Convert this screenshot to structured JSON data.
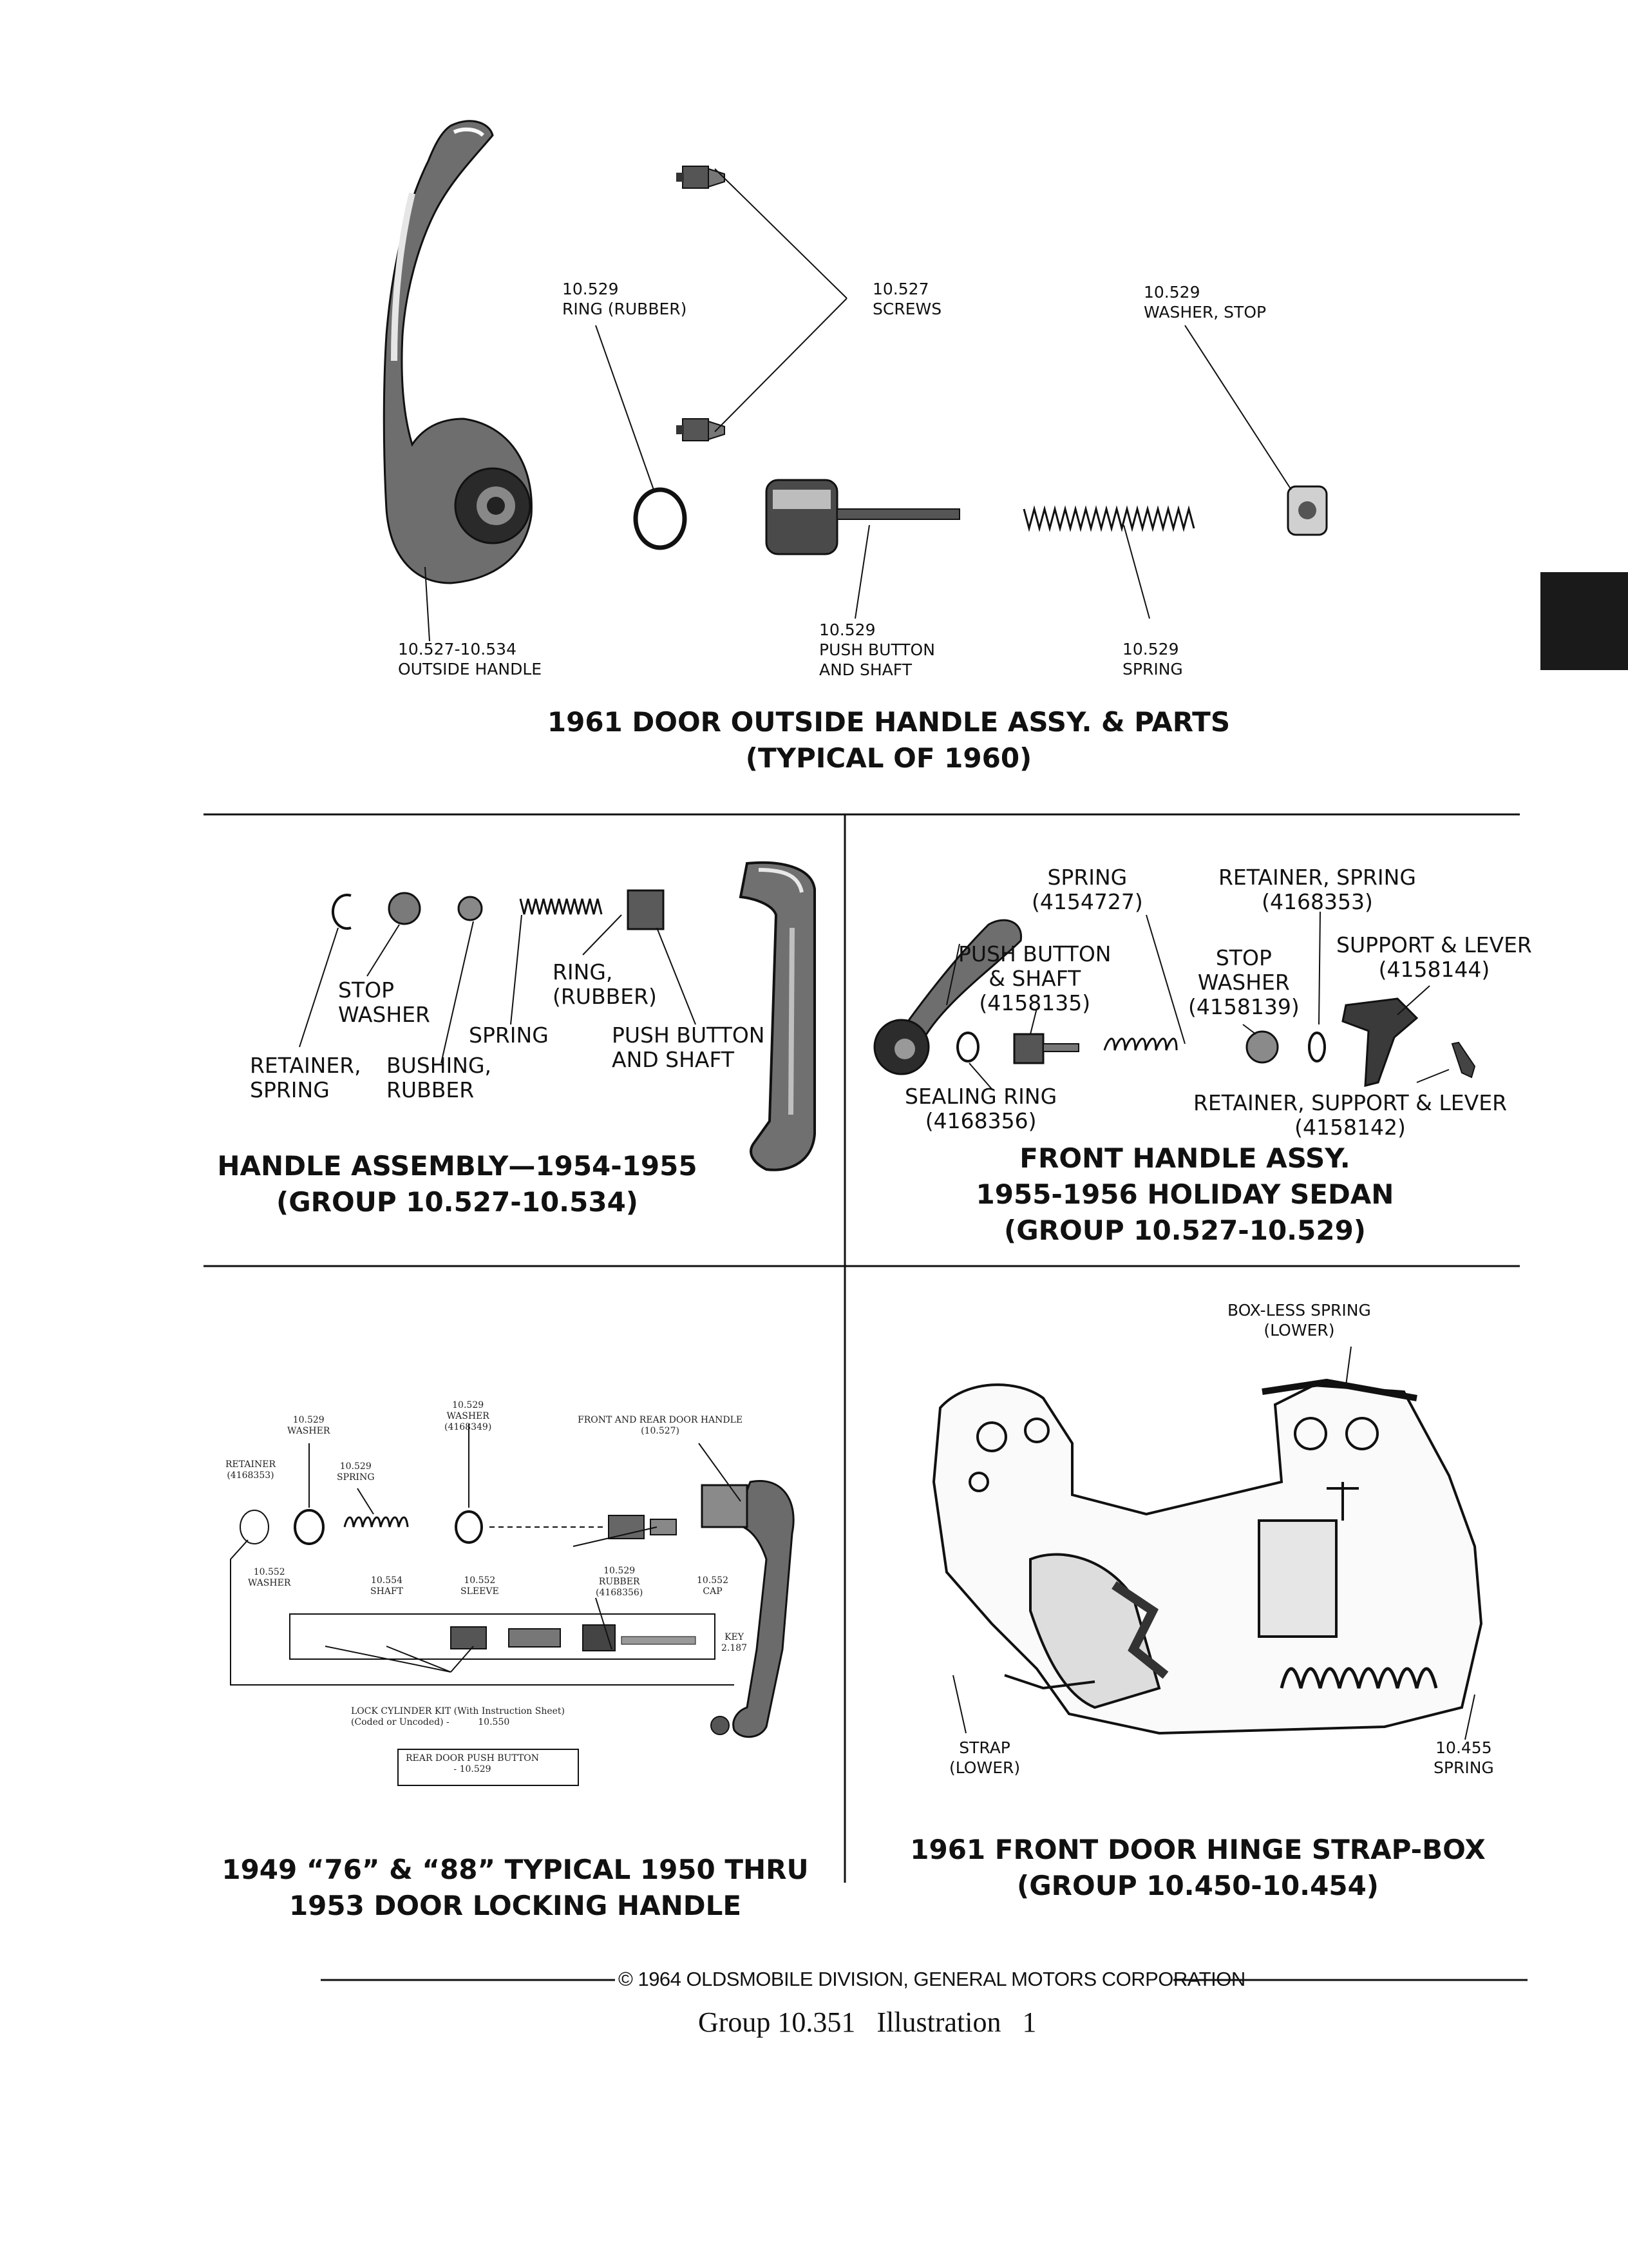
{
  "panel_1961_handle": {
    "title": "1961 DOOR OUTSIDE HANDLE ASSY. & PARTS\n(TYPICAL OF 1960)",
    "labels": {
      "ring": "10.529\nRING (RUBBER)",
      "screws": "10.527\nSCREWS",
      "washer_stop": "10.529\nWASHER, STOP",
      "outside_handle": "10.527-10.534\nOUTSIDE HANDLE",
      "push_button": "10.529\nPUSH BUTTON\nAND SHAFT",
      "spring": "10.529\nSPRING"
    }
  },
  "panel_1954_handle": {
    "title": "HANDLE ASSEMBLY—1954-1955\n(GROUP 10.527-10.534)",
    "labels": {
      "stop_washer": "STOP\nWASHER",
      "ring_rubber": "RING,\n(RUBBER)",
      "spring": "SPRING",
      "push_button": "PUSH BUTTON\nAND SHAFT",
      "retainer_spring": "RETAINER,\nSPRING",
      "bushing_rubber": "BUSHING,\nRUBBER"
    }
  },
  "panel_1955_front": {
    "title": "FRONT HANDLE ASSY.\n1955-1956 HOLIDAY SEDAN\n(GROUP 10.527-10.529)",
    "labels": {
      "spring": "SPRING\n(4154727)",
      "retainer_spring": "RETAINER, SPRING\n(4168353)",
      "push_button": "PUSH BUTTON\n& SHAFT\n(4158135)",
      "stop_washer": "STOP\nWASHER\n(4158139)",
      "support_lever": "SUPPORT & LEVER\n(4158144)",
      "sealing_ring": "SEALING RING\n(4168356)",
      "retainer_support": "RETAINER, SUPPORT & LEVER\n(4158142)"
    }
  },
  "panel_1949_locking": {
    "title": "1949 “76” & “88” TYPICAL 1950 THRU\n1953 DOOR LOCKING HANDLE",
    "labels": {
      "washer_top": "10.529\nWASHER",
      "washer_4168349": "10.529\nWASHER\n(4168349)",
      "front_rear_handle": "FRONT AND REAR DOOR HANDLE\n(10.527)",
      "retainer": "RETAINER\n(4168353)",
      "spring": "10.529\nSPRING",
      "washer_552": "10.552\nWASHER",
      "shaft": "10.554\nSHAFT",
      "sleeve": "10.552\nSLEEVE",
      "rubber": "10.529\nRUBBER\n(4168356)",
      "cap": "10.552\nCAP",
      "key": "KEY\n2.187",
      "lock_cylinder_kit": "LOCK CYLINDER KIT (With Instruction Sheet)\n(Coded or Uncoded) -          10.550",
      "rear_push_button": "REAR DOOR PUSH BUTTON\n- 10.529"
    }
  },
  "panel_1961_hinge": {
    "title": "1961 FRONT DOOR HINGE STRAP-BOX\n(GROUP 10.450-10.454)",
    "labels": {
      "box_less_spring": "BOX-LESS SPRING\n(LOWER)",
      "strap": "STRAP\n(LOWER)",
      "spring_455": "10.455\nSPRING"
    }
  },
  "footer": {
    "copyright": "© 1964 OLDSMOBILE DIVISION, GENERAL MOTORS CORPORATION",
    "group_line": "Group 10.351   Illustration   1"
  }
}
